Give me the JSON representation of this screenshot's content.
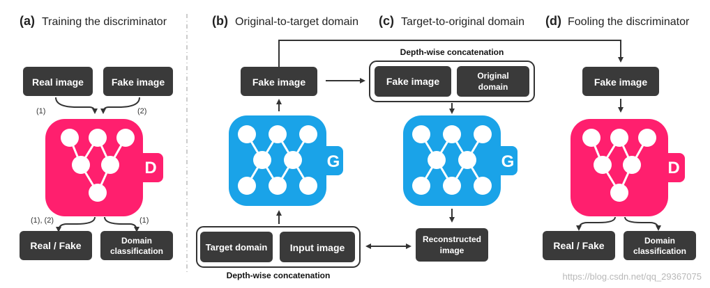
{
  "colors": {
    "discriminator": "#ff1f6e",
    "generator": "#1aa3e8",
    "box": "#3a3a3a",
    "text_dark": "#222222",
    "divider": "#bbbbbb",
    "watermark": "#b8b8b8"
  },
  "panels": {
    "a": {
      "letter": "(a)",
      "title": "Training the discriminator"
    },
    "b": {
      "letter": "(b)",
      "title": "Original-to-target domain"
    },
    "c": {
      "letter": "(c)",
      "title": "Target-to-original domain"
    },
    "d": {
      "letter": "(d)",
      "title": "Fooling the discriminator"
    }
  },
  "boxes": {
    "a_real_image": "Real image",
    "a_fake_image": "Fake image",
    "a_real_fake": "Real / Fake",
    "a_domain_cls_1": "Domain",
    "a_domain_cls_2": "classification",
    "b_fake_image": "Fake image",
    "b_target_domain": "Target domain",
    "b_input_image": "Input image",
    "c_fake_image": "Fake image",
    "c_original_domain_1": "Original",
    "c_original_domain_2": "domain",
    "c_reconstructed_1": "Reconstructed",
    "c_reconstructed_2": "image",
    "d_fake_image": "Fake image",
    "d_real_fake": "Real / Fake",
    "d_domain_cls_1": "Domain",
    "d_domain_cls_2": "classification"
  },
  "labels": {
    "a_in_1": "(1)",
    "a_in_2": "(2)",
    "a_out_12": "(1), (2)",
    "a_out_1": "(1)",
    "concat_top": "Depth-wise concatenation",
    "concat_bottom": "Depth-wise concatenation"
  },
  "networks": {
    "discriminator_a": "D",
    "generator_b": "G",
    "generator_c": "G",
    "discriminator_d": "D"
  },
  "watermark": "https://blog.csdn.net/qq_29367075"
}
